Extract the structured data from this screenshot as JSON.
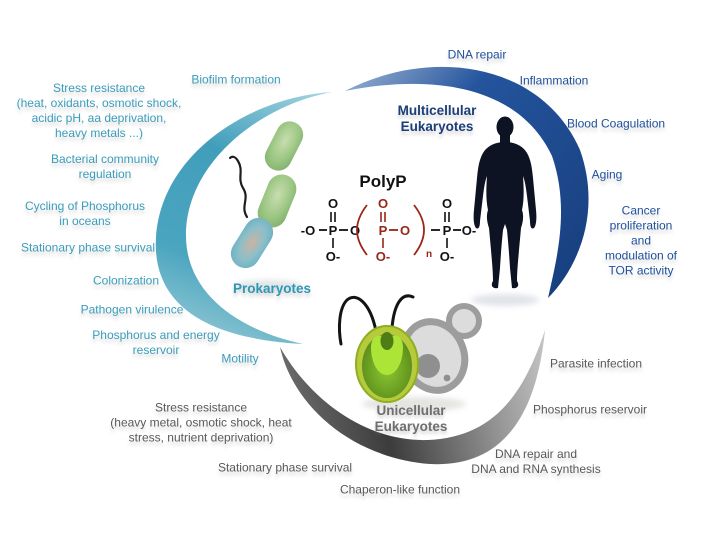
{
  "figure": {
    "title": "PolyP",
    "description_colors": {
      "teal_arc": "#4fa6c0",
      "blue_arc": "#1f4d95",
      "gray_arc": "#4a4a4a",
      "teal_text": "#3b9dbb",
      "blue_text": "#1e4f9c",
      "gray_text": "#58595b",
      "chem_red": "#992618",
      "chem_black": "#111111"
    }
  },
  "prokaryotes": {
    "heading": "Prokaryotes",
    "items": {
      "biofilm": "Biofilm formation",
      "stress": "Stress resistance\n(heat, oxidants, osmotic shock,\nacidic pH, aa deprivation,\nheavy metals ...)",
      "community": "Bacterial community\nregulation",
      "cycling": "Cycling of Phosphorus\nin oceans",
      "stationary": "Stationary phase survival",
      "colonization": "Colonization",
      "virulence": "Pathogen virulence",
      "reservoir": "Phosphorus and energy\nreservoir",
      "motility": "Motility"
    }
  },
  "multicellular": {
    "heading": "Multicellular\nEukaryotes",
    "items": {
      "dna": "DNA repair",
      "inflammation": "Inflammation",
      "coagulation": "Blood Coagulation",
      "aging": "Aging",
      "cancer": "Cancer proliferation\nand modulation of\nTOR activity"
    }
  },
  "unicellular": {
    "heading": "Unicellular\nEukaryotes",
    "items": {
      "parasite": "Parasite infection",
      "reservoir": "Phosphorus reservoir",
      "dna": "DNA repair and\nDNA and RNA synthesis",
      "chaperon": "Chaperon-like function",
      "stationary": "Stationary phase survival",
      "stress": "Stress resistance\n(heavy metal, osmotic shock, heat\nstress, nutrient deprivation)"
    }
  },
  "chemistry": {
    "title": "PolyP",
    "o": "O",
    "p": "P",
    "o_minus": "O-",
    "o_minus_left": "-O",
    "n": "n"
  }
}
